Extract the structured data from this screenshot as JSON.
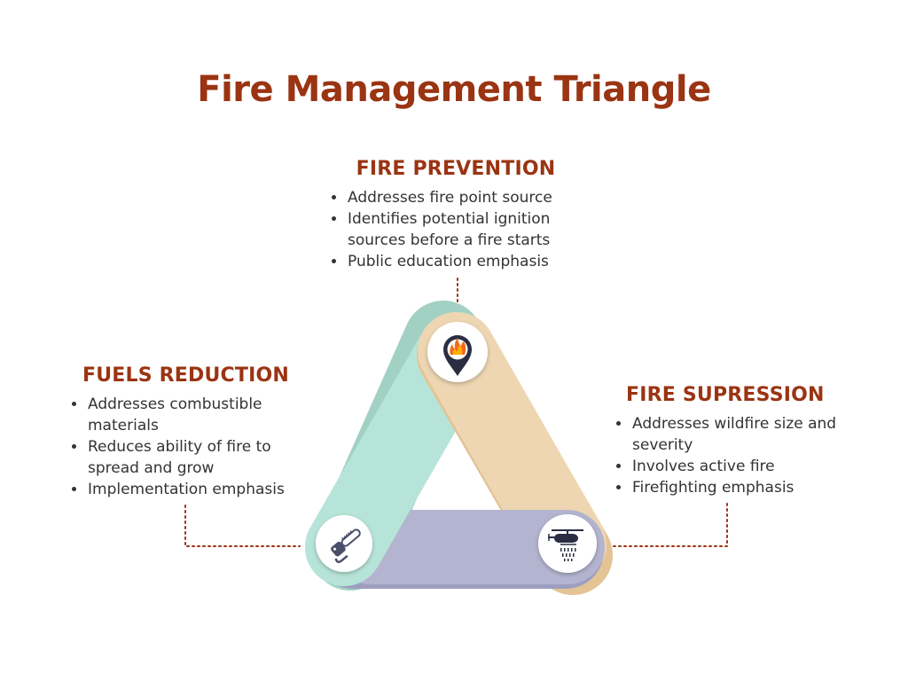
{
  "title": "Fire Management Triangle",
  "colors": {
    "accent": "#9a3412",
    "text": "#333333",
    "prevention_band": "#eed6b2",
    "fuels_band": "#b7e4d8",
    "suppression_band": "#b3b4cf"
  },
  "sections": {
    "prevention": {
      "heading": "FIRE PREVENTION",
      "icon": "fire-location-pin-icon",
      "bullets": [
        "Addresses fire point source",
        "Identifies potential ignition sources before a fire starts",
        "Public education emphasis"
      ]
    },
    "fuels": {
      "heading": "FUELS REDUCTION",
      "icon": "chainsaw-icon",
      "bullets": [
        "Addresses combustible materials",
        "Reduces ability of fire to spread and grow",
        "Implementation emphasis"
      ]
    },
    "suppression": {
      "heading": "FIRE SUPRESSION",
      "icon": "helicopter-water-drop-icon",
      "bullets": [
        "Addresses wildfire size and severity",
        "Involves active fire",
        "Firefighting emphasis"
      ]
    }
  }
}
